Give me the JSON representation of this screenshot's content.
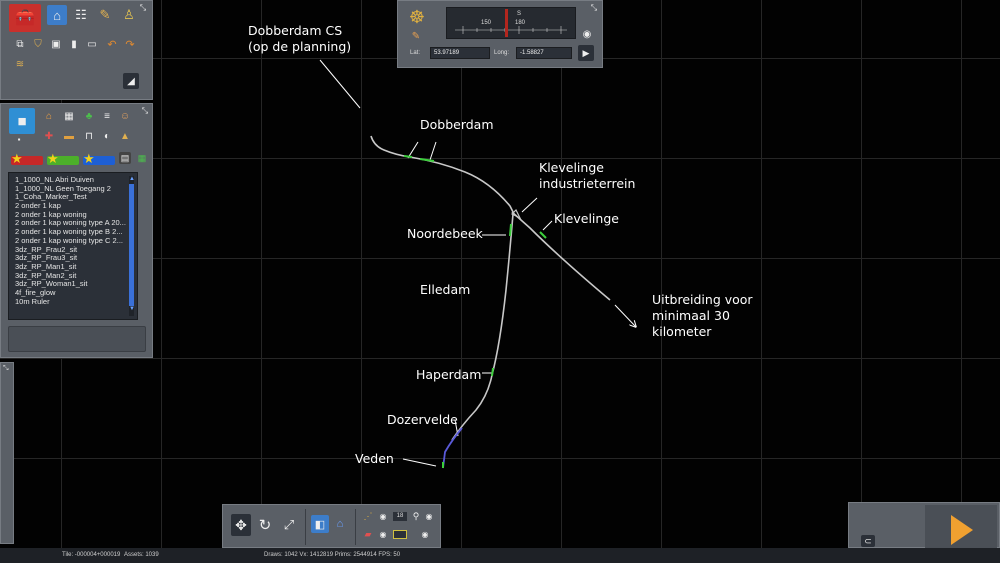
{
  "map": {
    "labels": {
      "dobberdam_cs": [
        "Dobberdam CS",
        "(op de planning)"
      ],
      "dobberdam": "Dobberdam",
      "klevelinge_industrie": [
        "Klevelinge",
        "industrieterrein"
      ],
      "klevelinge": "Klevelinge",
      "noordebeek": "Noordebeek",
      "elledam": "Elledam",
      "uitbreiding": [
        "Uitbreiding voor",
        "minimaal 30",
        "kilometer"
      ],
      "haperdam": "Haperdam",
      "dozervelde": "Dozervelde",
      "veden": "Veden"
    },
    "track_color": "#c8c8c8",
    "station_color": "#3ccf3c",
    "route_color": "#5a5ad8"
  },
  "object_list": {
    "items": [
      "1_1000_NL Abri Duiven",
      "1_1000_NL Geen Toegang 2",
      "1_Coha_Marker_Test",
      "2 onder 1 kap",
      "2 onder 1 kap woning",
      "2 onder 1 kap woning type A 20...",
      "2 onder 1 kap woning type B 2...",
      "2 onder 1 kap woning type C 2...",
      "3dz_RP_Frau2_sit",
      "3dz_RP_Frau3_sit",
      "3dz_RP_Man1_sit",
      "3dz_RP_Man2_sit",
      "3dz_RP_Woman1_sit",
      "4f_fire_glow",
      "10m Ruler"
    ]
  },
  "compass": {
    "heading_left": "150",
    "heading_center": "S",
    "heading_right": "180",
    "lat_label": "Lat:",
    "lat_value": "53.97189",
    "long_label": "Long:",
    "long_value": "-1.58827"
  },
  "bottom_toolbar": {
    "counter": "18"
  },
  "status_bar": {
    "tile": "Tile: -000004+000019",
    "assets": "Assets: 1039",
    "stats": "Draws: 1042 Vx: 1412819 Prims: 2544914 FPS: 50"
  }
}
